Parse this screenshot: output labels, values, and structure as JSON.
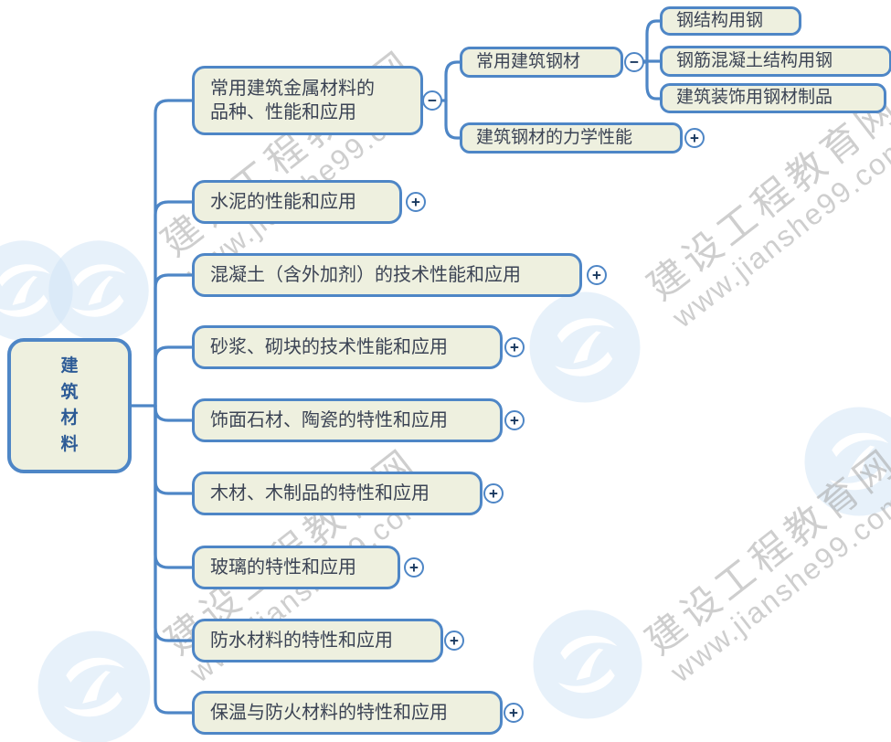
{
  "mindmap": {
    "root": {
      "label": "建\n筑\n材\n料"
    },
    "branches": [
      {
        "label": "常用建筑金属材料的\n品种、性能和应用",
        "toggle": "minus",
        "children": [
          {
            "label": "常用建筑钢材",
            "toggle": "minus",
            "children": [
              {
                "label": "钢结构用钢"
              },
              {
                "label": "钢筋混凝土结构用钢"
              },
              {
                "label": "建筑装饰用钢材制品"
              }
            ]
          },
          {
            "label": "建筑钢材的力学性能",
            "toggle": "plus"
          }
        ]
      },
      {
        "label": "水泥的性能和应用",
        "toggle": "plus"
      },
      {
        "label": "混凝土（含外加剂）的技术性能和应用",
        "toggle": "plus"
      },
      {
        "label": "砂浆、砌块的技术性能和应用",
        "toggle": "plus"
      },
      {
        "label": "饰面石材、陶瓷的特性和应用",
        "toggle": "plus"
      },
      {
        "label": "木材、木制品的特性和应用",
        "toggle": "plus"
      },
      {
        "label": "玻璃的特性和应用",
        "toggle": "plus"
      },
      {
        "label": "防水材料的特性和应用",
        "toggle": "plus"
      },
      {
        "label": "保温与防火材料的特性和应用",
        "toggle": "plus"
      }
    ]
  },
  "icons": {
    "plus": "+",
    "minus": "−"
  },
  "watermark": {
    "line1": "建设工程教育网",
    "line2": "www.jianshe99.com"
  },
  "colors": {
    "connector_line": "#4e86c6",
    "node_border": "#4e86c6",
    "node_fill": "#eef0df",
    "node_text": "#3b4354",
    "root_text": "#2d5b96",
    "toggle_glyph": "#17375e",
    "watermark_text": "#9e9e9e",
    "logo_blue": "#cfe4f5"
  }
}
